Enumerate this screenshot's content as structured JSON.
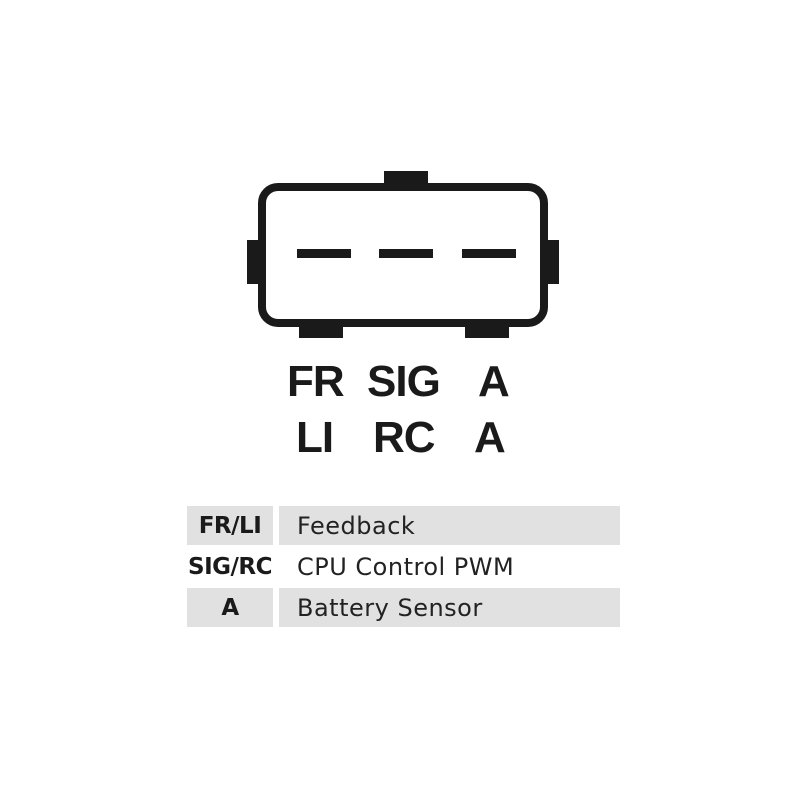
{
  "diagram": {
    "type": "alternator-connector-pinout",
    "connector": {
      "shape": "rounded-rectangle-plug",
      "pins": 3,
      "stroke_color": "#1a1a1a"
    },
    "pin_labels": {
      "row1": [
        "FR",
        "SIG",
        "A"
      ],
      "row2": [
        "LI",
        "RC",
        "A"
      ]
    }
  },
  "legend": {
    "rows": [
      {
        "code": "FR/LI",
        "description": "Feedback",
        "shaded": true
      },
      {
        "code": "SIG/RC",
        "description": "CPU Control PWM",
        "shaded": false
      },
      {
        "code": "A",
        "description": "Battery Sensor",
        "shaded": true
      }
    ],
    "shade_color": "#e1e1e1"
  }
}
